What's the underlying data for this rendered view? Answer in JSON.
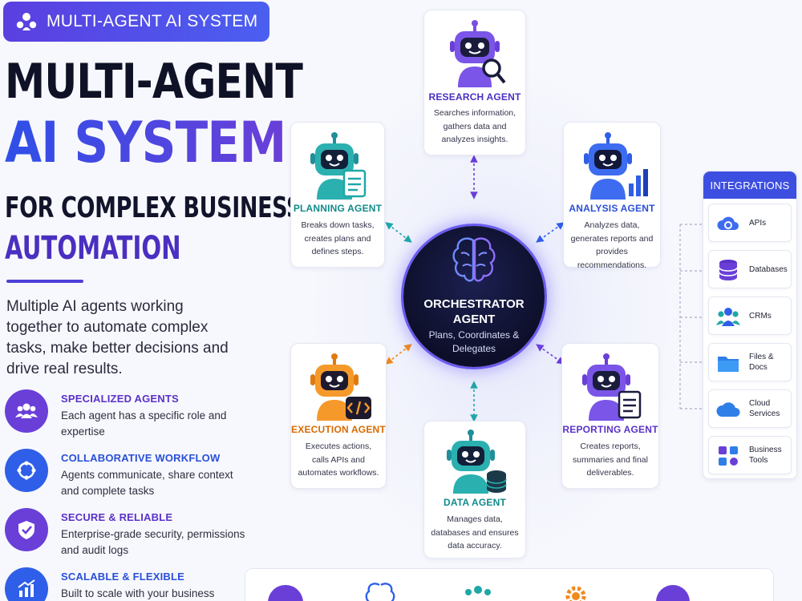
{
  "badge": {
    "label": "MULTI-AGENT AI SYSTEM",
    "icon": "team-icon"
  },
  "headline": {
    "line1": "MULTI-AGENT",
    "line2": "AI SYSTEM",
    "line3": "FOR COMPLEX BUSINESS",
    "line4": "AUTOMATION"
  },
  "intro": "Multiple AI agents working together to automate complex tasks, make better decisions and drive real results.",
  "features": [
    {
      "title": "SPECIALIZED AGENTS",
      "desc": "Each agent has a specific role and expertise",
      "icon": "people-icon",
      "color": "#6a3fd8"
    },
    {
      "title": "COLLABORATIVE WORKFLOW",
      "desc": "Agents communicate, share context and complete tasks",
      "icon": "sync-icon",
      "color": "#2f5fe8"
    },
    {
      "title": "SECURE & RELIABLE",
      "desc": "Enterprise-grade security, permissions and audit logs",
      "icon": "shield-icon",
      "color": "#6a3fd8"
    },
    {
      "title": "SCALABLE & FLEXIBLE",
      "desc": "Built to scale with your business",
      "icon": "growth-chart-icon",
      "color": "#2f5fe8"
    }
  ],
  "orchestrator": {
    "title": "ORCHESTRATOR AGENT",
    "subtitle": "Plans, Coordinates & Delegates"
  },
  "agents": {
    "research": {
      "title": "RESEARCH AGENT",
      "desc": "Searches information, gathers data and analyzes insights."
    },
    "planning": {
      "title": "PLANNING AGENT",
      "desc": "Breaks down tasks, creates plans and defines steps."
    },
    "analysis": {
      "title": "ANALYSIS AGENT",
      "desc": "Analyzes data, generates reports and provides recommendations."
    },
    "execution": {
      "title": "EXECUTION AGENT",
      "desc": "Executes actions, calls APIs and automates workflows."
    },
    "reporting": {
      "title": "REPORTING AGENT",
      "desc": "Creates reports, summaries and final deliverables."
    },
    "data": {
      "title": "DATA AGENT",
      "desc": "Manages data, databases and ensures data accuracy."
    }
  },
  "integrations": {
    "title": "INTEGRATIONS",
    "items": [
      {
        "label": "APIs",
        "icon": "cloud-gear-icon"
      },
      {
        "label": "Databases",
        "icon": "database-icon"
      },
      {
        "label": "CRMs",
        "icon": "users-icon"
      },
      {
        "label": "Files & Docs",
        "icon": "folder-icon"
      },
      {
        "label": "Cloud Services",
        "icon": "cloud-icon"
      },
      {
        "label": "Business Tools",
        "icon": "apps-icon"
      }
    ]
  },
  "colors": {
    "primary": "#3d4fe0",
    "purple": "#6a3fd8",
    "navy": "#0d0f2a",
    "research": "#6a3fd8",
    "planning": "#1fa7a7",
    "analysis": "#2f5fe8",
    "execution": "#f08a1c",
    "reporting": "#7a4fe0",
    "data": "#1fa7a7"
  }
}
